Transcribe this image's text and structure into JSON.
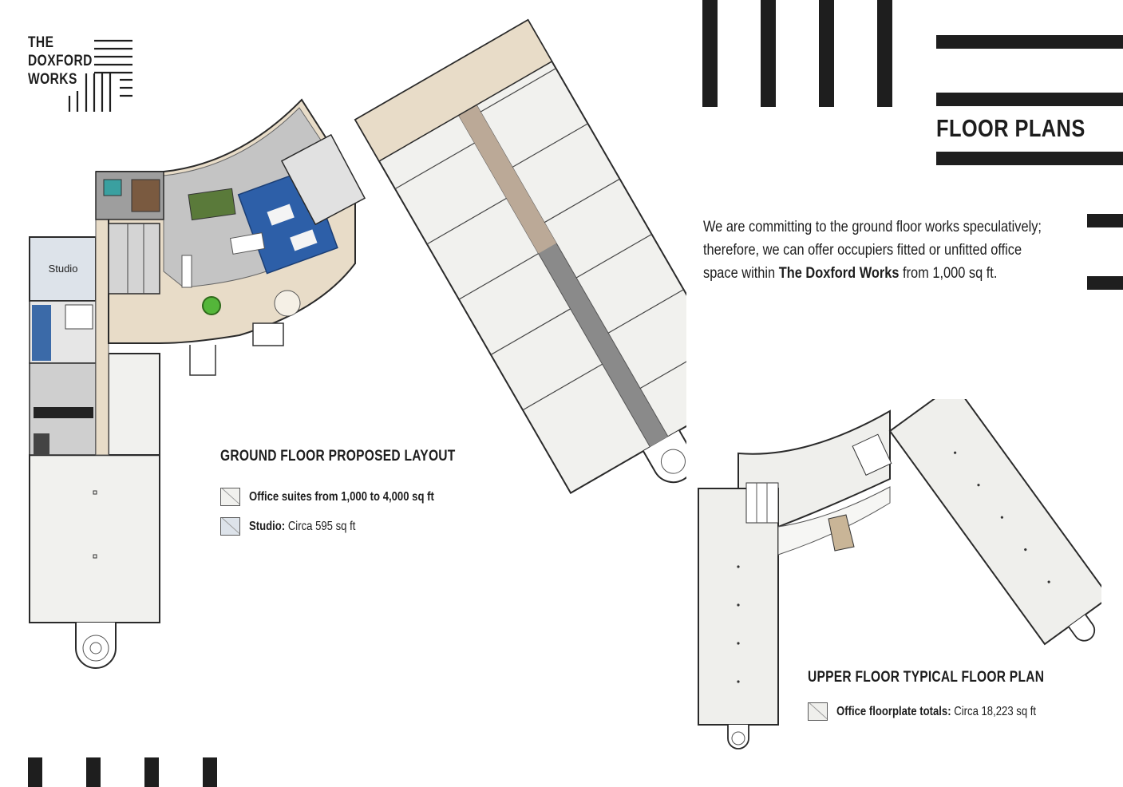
{
  "brand": {
    "logo_lines": [
      "THE",
      "DOXFORD",
      "WORKS"
    ]
  },
  "section": {
    "title": "FLOOR PLANS"
  },
  "intro": {
    "line1": "We are committing to the ground floor works speculatively;",
    "line2": "therefore, we can offer occupiers fitted or unfitted office",
    "line3_prefix": "space within ",
    "line3_bold": "The Doxford Works",
    "line3_suffix": " from 1,000 sq ft."
  },
  "ground_floor": {
    "heading": "GROUND FLOOR PROPOSED LAYOUT",
    "room_label": "Studio",
    "legend": [
      {
        "bold": "Office suites from 1,000 to 4,000 sq ft",
        "text": "",
        "color": "#f1f1ee"
      },
      {
        "bold": "Studio:",
        "text": " Circa 595 sq ft",
        "color": "#dde3ea"
      }
    ]
  },
  "upper_floor": {
    "heading": "UPPER FLOOR TYPICAL FLOOR PLAN",
    "legend": [
      {
        "bold": "Office floorplate totals:",
        "text": " Circa 18,223 sq ft",
        "color": "#efefec"
      }
    ]
  },
  "colors": {
    "ink": "#1e1e1e",
    "office_fill": "#f1f1ee",
    "corridor_fill": "#e8dcc8",
    "carpet_fill": "#bfbfbf",
    "meeting_blue": "#2d5fa8",
    "green_accent": "#54b63a"
  }
}
